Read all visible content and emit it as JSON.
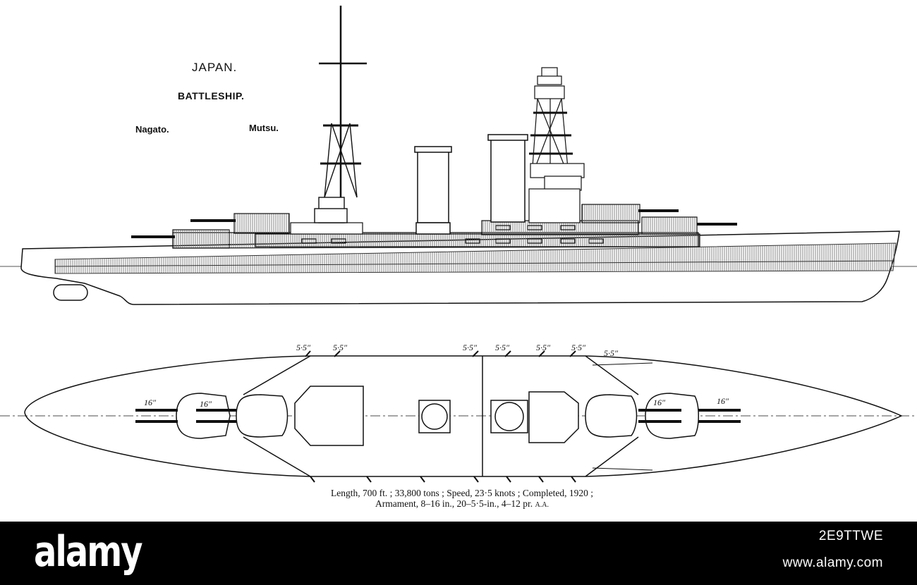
{
  "heading": {
    "country": "JAPAN.",
    "type": "BATTLESHIP.",
    "ships": [
      "Nagato.",
      "Mutsu."
    ]
  },
  "plan_labels": {
    "secondary_caliber": "5·5″",
    "main_caliber": "16″"
  },
  "caption": {
    "line1": "Length, 700 ft. ; 33,800 tons ; Speed, 23·5 knots ; Completed, 1920 ;",
    "line2": "Armament, 8–16 in., 20–5·5-in., 4–12 pr.",
    "line2_suffix": "A.A."
  },
  "footer": {
    "brand": "alamy",
    "stock_id": "2E9TTWE",
    "domain": "www.alamy.com"
  },
  "colors": {
    "ink": "#111111",
    "hatch": "#777777",
    "paper": "#ffffff",
    "footer_bg": "#000000",
    "footer_text": "#ffffff"
  }
}
